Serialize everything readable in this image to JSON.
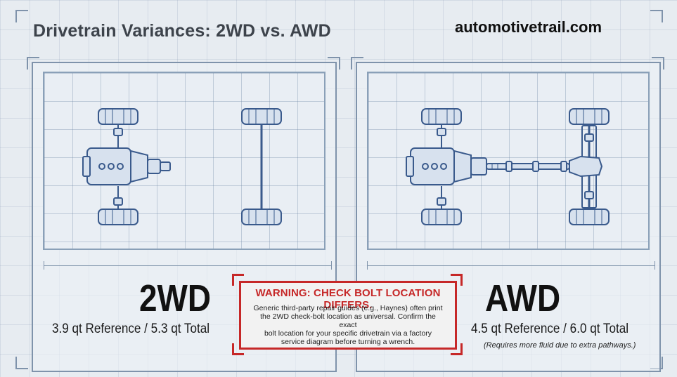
{
  "header": {
    "title": "Drivetrain Variances: 2WD vs. AWD",
    "site": "automotivetrail.com"
  },
  "left_panel": {
    "label": "2WD",
    "capacity": "3.9 qt Reference / 5.3 qt Total"
  },
  "right_panel": {
    "label": "AWD",
    "capacity": "4.5 qt Reference / 6.0 qt Total",
    "note": "(Requires more fluid due to extra pathways.)"
  },
  "warning": {
    "title": "WARNING: CHECK BOLT LOCATION DIFFERS.",
    "lines": [
      "Generic third-party repair guides (e.g., Haynes) often print",
      "the 2WD check-bolt location as universal. Confirm the exact",
      "bolt location for your specific drivetrain via a factory",
      "service diagram before turning a wrench."
    ]
  },
  "colors": {
    "accent_warning": "#c62828",
    "diagram_line": "#3a5a8c",
    "diagram_fill": "#d7e1ee",
    "frame": "#7f93ab"
  }
}
